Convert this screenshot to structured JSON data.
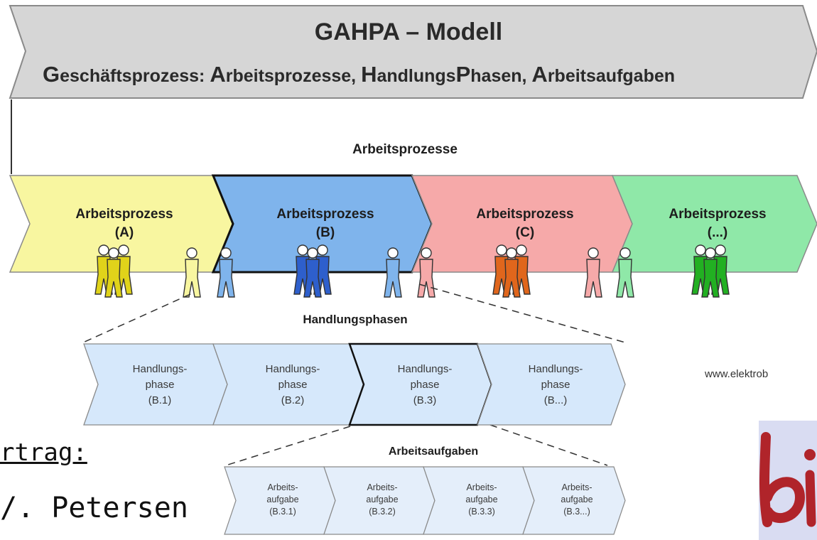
{
  "banner": {
    "title": "GAHPA – Modell",
    "subtitle_parts": [
      {
        "cap": "G",
        "rest": "eschäftsprozess: "
      },
      {
        "cap": "A",
        "rest": "rbeitsprozesse, "
      },
      {
        "cap": "H",
        "rest": "andlungs"
      },
      {
        "cap": "P",
        "rest": "hasen, "
      },
      {
        "cap": "A",
        "rest": "rbeitsaufgaben"
      }
    ]
  },
  "arbeitsprozesse": {
    "heading": "Arbeitsprozesse",
    "items": [
      {
        "label": "Arbeitsprozess",
        "id": "(A)",
        "color": "#f8f6a0",
        "team": "#e0d31a"
      },
      {
        "label": "Arbeitsprozess",
        "id": "(B)",
        "color": "#7fb4ec",
        "team": "#2e5fcc"
      },
      {
        "label": "Arbeitsprozess",
        "id": "(C)",
        "color": "#f6a9a9",
        "team": "#e0661c"
      },
      {
        "label": "Arbeitsprozess",
        "id": "(...)",
        "color": "#8fe8a8",
        "team": "#22b022"
      }
    ]
  },
  "handlungsphasen": {
    "heading": "Handlungsphasen",
    "items": [
      {
        "l1": "Handlungs-",
        "l2": "phase",
        "l3": "(B.1)"
      },
      {
        "l1": "Handlungs-",
        "l2": "phase",
        "l3": "(B.2)"
      },
      {
        "l1": "Handlungs-",
        "l2": "phase",
        "l3": "(B.3)"
      },
      {
        "l1": "Handlungs-",
        "l2": "phase",
        "l3": "(B...)"
      }
    ]
  },
  "arbeitsaufgaben": {
    "heading": "Arbeitsaufgaben",
    "items": [
      {
        "l1": "Arbeits-",
        "l2": "aufgabe",
        "l3": "(B.3.1)"
      },
      {
        "l1": "Arbeits-",
        "l2": "aufgabe",
        "l3": "(B.3.2)"
      },
      {
        "l1": "Arbeits-",
        "l2": "aufgabe",
        "l3": "(B.3.3)"
      },
      {
        "l1": "Arbeits-",
        "l2": "aufgabe",
        "l3": "(B.3...)"
      }
    ]
  },
  "source_url": "www.elektrob",
  "presenter": {
    "label": "rtrag:",
    "name": "/. Petersen"
  },
  "logo_text": "bi",
  "colors": {
    "banner": "#d6d6d6",
    "phase_fill": "#d6e8fb",
    "task_fill": "#e4eefa",
    "logo_red": "#b0242a"
  }
}
